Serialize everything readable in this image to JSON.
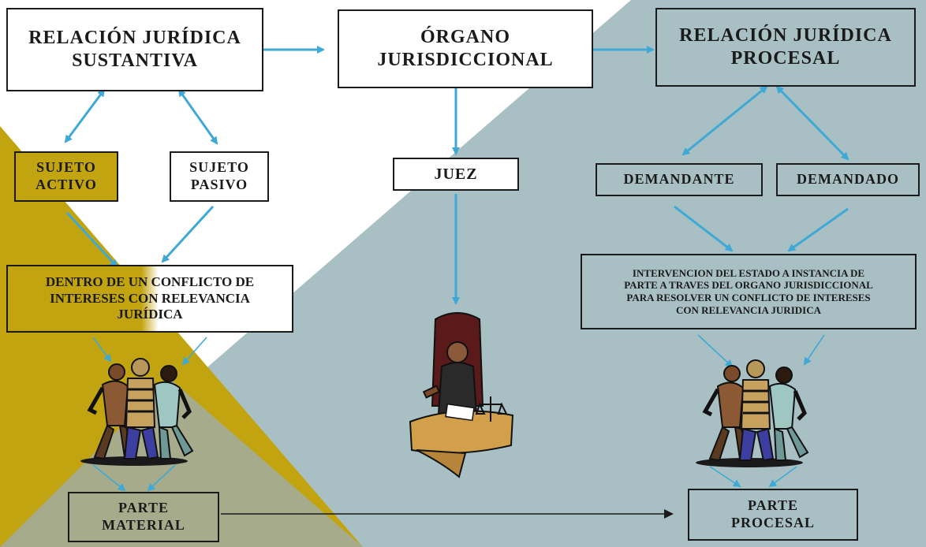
{
  "colors": {
    "background_white": "#ffffff",
    "background_gray": "#a8bfc3",
    "background_gold": "#c2a410",
    "background_olive": "#a6ab8b",
    "arrow": "#3fa9d6",
    "border": "#1b1b1b"
  },
  "left": {
    "title": "RELACIÓN JURÍDICA\nSUSTANTIVA",
    "sujeto_activo": "SUJETO\nACTIVO",
    "sujeto_pasivo": "SUJETO\nPASIVO",
    "conflicto": "DENTRO DE UN CONFLICTO DE\nINTERESES CON RELEVANCIA\nJURÍDICA",
    "parte": "PARTE\nMATERIAL"
  },
  "center": {
    "title": "ÓRGANO\nJURISDICCIONAL",
    "juez": "JUEZ"
  },
  "right": {
    "title": "RELACIÓN JURÍDICA\nPROCESAL",
    "demandante": "DEMANDANTE",
    "demandado": "DEMANDADO",
    "intervencion": "INTERVENCION DEL  ESTADO A INSTANCIA DE\nPARTE A TRAVES  DEL ORGANO JURISDICCIONAL\nPARA RESOLVER UN CONFLICTO DE INTERESES\nCON RELEVANCIA JURIDICA",
    "parte": "PARTE\nPROCESAL"
  },
  "illustrations": {
    "left_group": "arguing-people-icon",
    "center": "judge-icon",
    "right_group": "arguing-people-icon"
  }
}
